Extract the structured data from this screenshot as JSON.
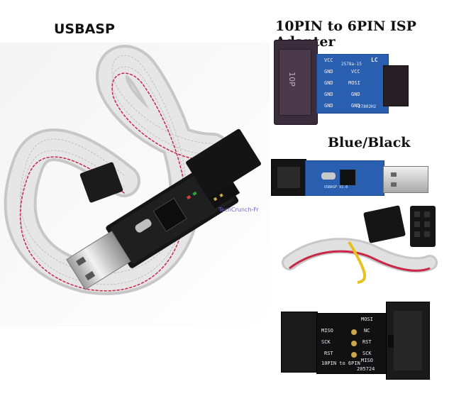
{
  "labels": {
    "usbasp": "USBASP",
    "adapter_title": "10PIN to 6PIN ISP Adapter",
    "blue_black": "Blue/Black",
    "watermark": "TechCrunch-Fr"
  },
  "adapter_top": {
    "housing_label": "10P",
    "logo": "LC",
    "code": "2578a-15",
    "part_no": "27802H2",
    "left_pins": [
      "VCC",
      "GND",
      "GND",
      "GND",
      "GND"
    ],
    "right_pins": [
      "VCC",
      "MOSI",
      "GND",
      "GND"
    ]
  },
  "usbasp_small": {
    "board_text": "USBASP V2.0"
  },
  "adapter_bottom": {
    "left_pins": [
      "MISO",
      "SCK",
      "RST"
    ],
    "right_pins": [
      "MOSI",
      "NC",
      "RST",
      "SCK",
      "MISO"
    ],
    "caption": "10PIN to 6PIN",
    "serial": "205724"
  },
  "colors": {
    "pcb_black": "#1a1a1a",
    "pcb_blue": "#2a5fb0",
    "cable_gray": "#cfcfcf",
    "cable_red_stripe": "#c8284a",
    "housing_purple": "#3a2c3a"
  }
}
